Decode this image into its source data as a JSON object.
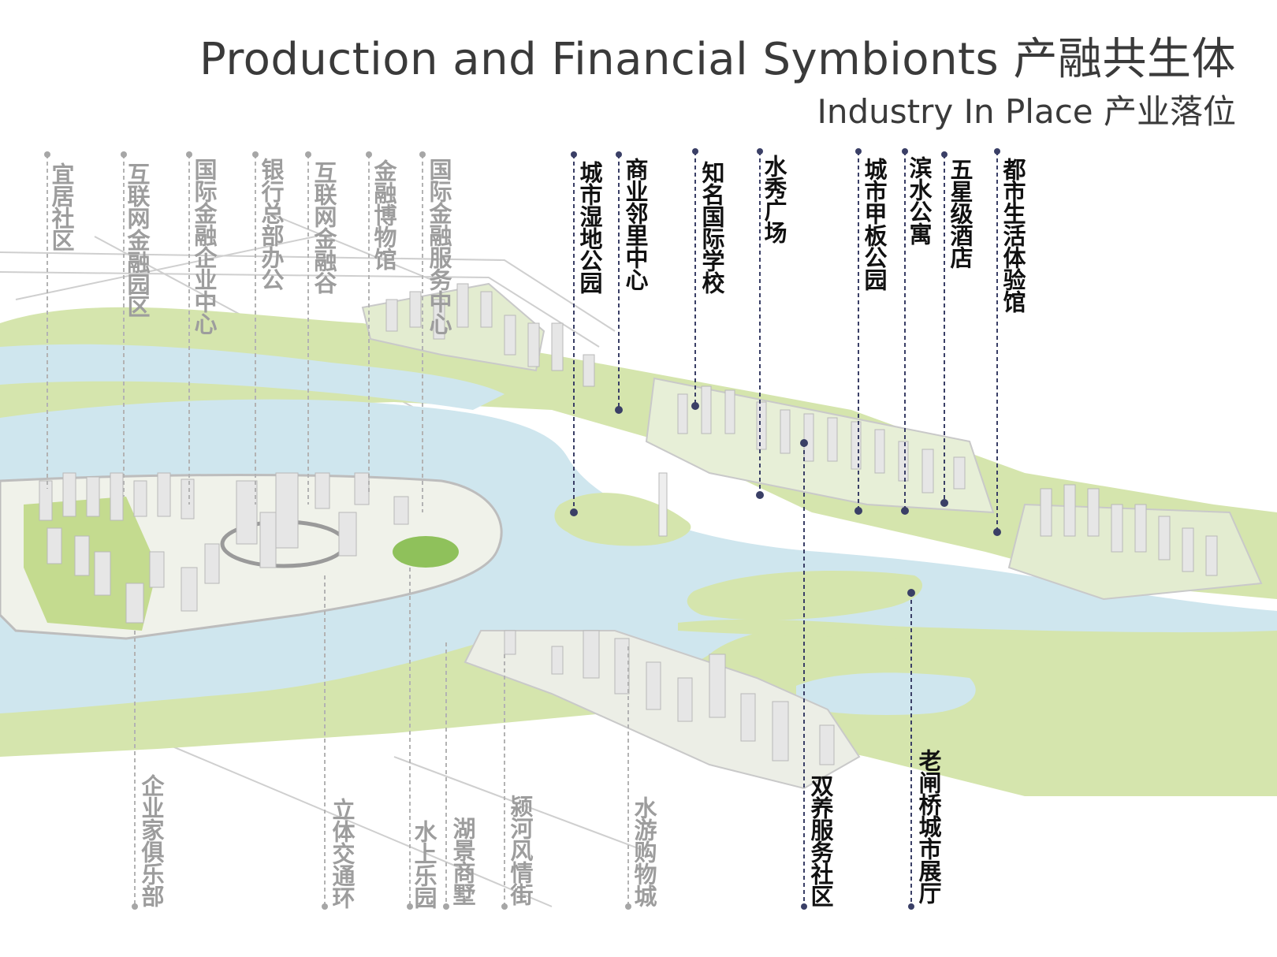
{
  "title": "Production and Financial Symbionts 产融共生体",
  "subtitle": "Industry In Place 产业落位",
  "colors": {
    "river": "#cfe6ee",
    "green": "#d5e5ad",
    "green_dark": "#8fc15b",
    "building": "#e6e6e6",
    "leader_grey": "#a6a6a6",
    "leader_navy": "#3a3f66"
  },
  "labels_top_grey": [
    "宜居社区",
    "互联网金融园区",
    "国际金融企业中心",
    "银行总部办公",
    "互联网金融谷",
    "金融博物馆",
    "国际金融服务中心"
  ],
  "labels_top_dark": [
    "城市湿地公园",
    "商业邻里中心",
    "知名国际学校",
    "水秀广场",
    "城市甲板公园",
    "滨水公寓",
    "五星级酒店",
    "都市生活体验馆"
  ],
  "labels_bottom_grey": [
    "企业家俱乐部",
    "立体交通环",
    "水上乐园",
    "湖景商墅",
    "颍河风情街",
    "水游购物城"
  ],
  "labels_bottom_dark": [
    "双养服务社区",
    "老闸桥城市展厅"
  ]
}
